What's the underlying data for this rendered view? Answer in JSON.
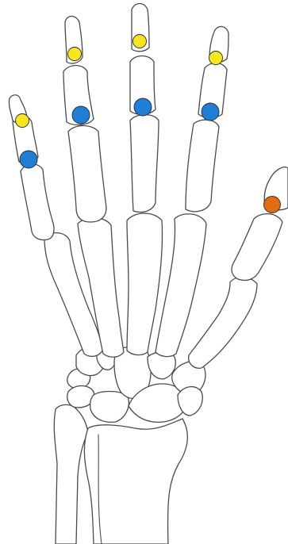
{
  "diagram": {
    "subject": "hand-skeleton-dorsal-view",
    "line_color": "#4a4a4a",
    "marker_colors": {
      "distal_interphalangeal": "#f5e61e",
      "proximal_interphalangeal": "#1f7fd6",
      "thumb_interphalangeal": "#e06d10"
    },
    "markers": [
      {
        "joint": "dip",
        "finger": "little",
        "color": "#f5e61e"
      },
      {
        "joint": "dip",
        "finger": "ring",
        "color": "#f5e61e"
      },
      {
        "joint": "dip",
        "finger": "middle",
        "color": "#f5e61e"
      },
      {
        "joint": "dip",
        "finger": "index",
        "color": "#f5e61e"
      },
      {
        "joint": "pip",
        "finger": "little",
        "color": "#1f7fd6"
      },
      {
        "joint": "pip",
        "finger": "ring",
        "color": "#1f7fd6"
      },
      {
        "joint": "pip",
        "finger": "middle",
        "color": "#1f7fd6"
      },
      {
        "joint": "pip",
        "finger": "index",
        "color": "#1f7fd6"
      },
      {
        "joint": "ip",
        "finger": "thumb",
        "color": "#e06d10"
      }
    ]
  }
}
